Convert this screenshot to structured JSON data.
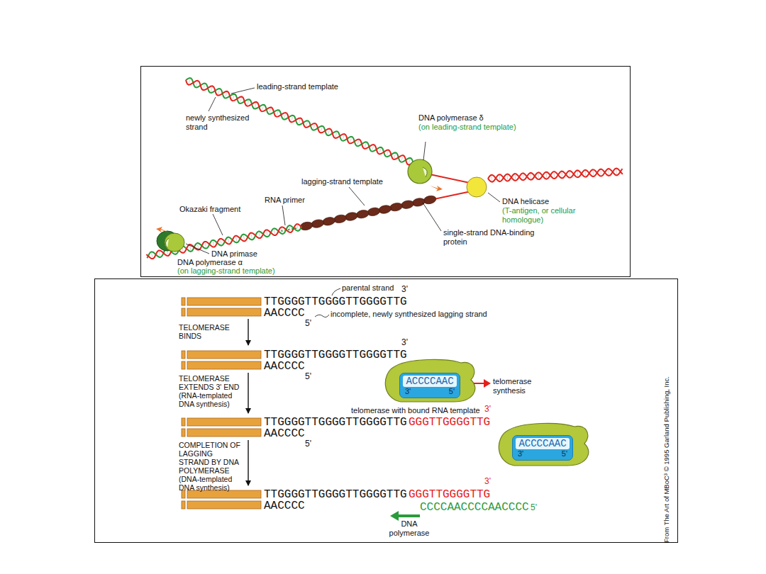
{
  "diagram": {
    "nodes": [
      {
        "text": [
          "ACCCCAAC",
          "3'",
          "5'"
        ]
      },
      {
        "text": [
          "ACCCCAAC",
          "3'",
          "5'"
        ]
      }
    ],
    "labels": [
      "leading-strand template",
      "newly synthesized strand",
      "DNA polymerase δ",
      "(on leading-strand template)",
      "lagging-strand template",
      "DNA helicase",
      "(T-antigen, or cellular homologue)",
      "RNA primer",
      "Okazaki fragment",
      "single-strand DNA-binding protein",
      "DNA primase",
      "DNA polymerase α",
      "(on lagging-strand template)",
      "parental strand",
      "3'",
      "TTGGGGTTGGGGTTGGGGTTG",
      "AACCCC",
      "5'",
      "incomplete, newly synthesized lagging strand",
      "TELOMERASE BINDS",
      "3'",
      "TTGGGGTTGGGGTTGGGGTTG",
      "AACCCC",
      "5'",
      "telomerase synthesis",
      "telomerase with bound RNA template",
      "TELOMERASE EXTENDS 3' END (RNA-templated DNA synthesis)",
      "TTGGGGTTGGGGTTGGGGTTG",
      "GGGTTGGGGTTG",
      "3'",
      "AACCCC",
      "5'",
      "COMPLETION OF LAGGING STRAND BY DNA POLYMERASE (DNA-templated DNA synthesis)",
      "TTGGGGTTGGGGTTGGGGTTG",
      "GGGTTGGGGTTG",
      "3'",
      "AACCCC",
      "CCCCAACCCCAACCCC",
      "5'",
      "DNA polymerase",
      "From The Art of MBoC³ © 1995 Garland Publishing, Inc."
    ]
  }
}
